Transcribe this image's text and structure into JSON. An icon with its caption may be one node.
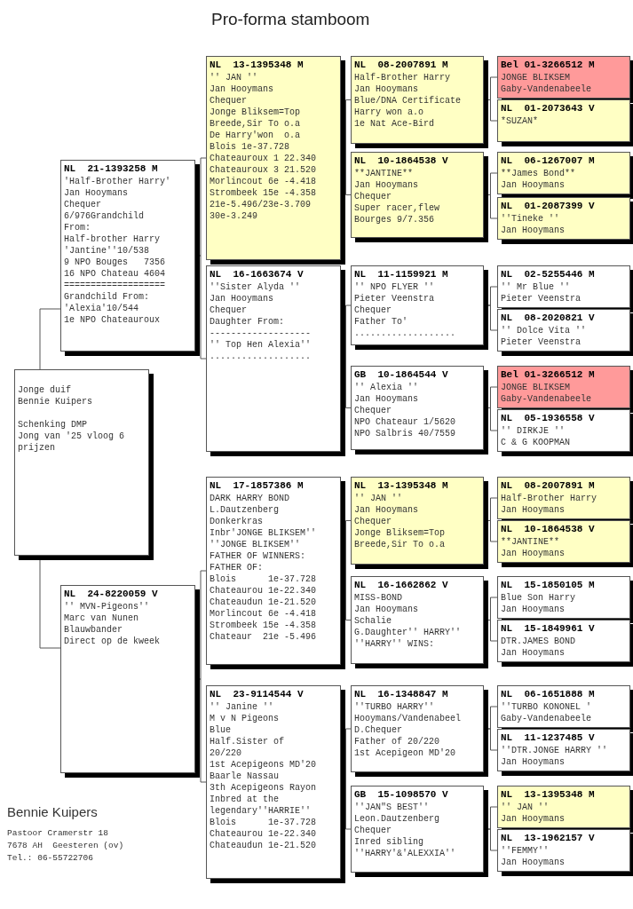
{
  "diagram": {
    "title": "Pro-forma stamboom",
    "nodes": [
      {
        "text": [
          "Jonge duif",
          "Bennie Kuipers",
          "Schenking DMP",
          "Jong van '25 vloog 6 prijzen"
        ]
      },
      {
        "text": [
          "NL  21-1393258 M",
          "'Half-Brother Harry'",
          "Jan Hooymans",
          "Chequer",
          "6/976Grandchild",
          "From:",
          "Half-brother Harry",
          "'Jantine''10/538",
          "9 NPO Bouges   7356",
          "16 NPO Chateau 4604",
          "===================",
          "Grandchild From:",
          "'Alexia'10/544",
          "1e NPO Chateauroux"
        ]
      },
      {
        "text": [
          "NL  24-8220059 V",
          "'' MVN-Pigeons''",
          "Marc van Nunen",
          "Blauwbander",
          "Direct op de kweek"
        ]
      },
      {
        "text": [
          "NL  13-1395348 M",
          "'' JAN ''",
          "Jan Hooymans",
          "Chequer",
          "Jonge Bliksem=Top",
          "Breede,Sir To o.a",
          "De Harry'won  o.a",
          "Blois 1e-37.728",
          "Chateauroux 1 22.340",
          "Chateauroux 3 21.520",
          "Morlincout 6e -4.418",
          "Strombeek 15e -4.358",
          "21e-5.496/23e-3.709",
          "30e-3.249"
        ]
      },
      {
        "text": [
          "NL  16-1663674 V",
          "''Sister Alyda ''",
          "Jan Hooymans",
          "Chequer",
          "Daughter From:",
          "-------------------",
          "'' Top Hen Alexia''",
          "..................."
        ]
      },
      {
        "text": [
          "NL  17-1857386 M",
          "DARK HARRY BOND",
          "L.Dautzenberg",
          "Donkerkras",
          "Inbr'JONGE BLIKSEM''",
          "''JONGE BLIKSEM''",
          "FATHER OF WINNERS:",
          "FATHER OF:",
          "Blois      1e-37.728",
          "Chateaurou 1e-22.340",
          "Chateaudun 1e-21.520",
          "Morlincout 6e -4.418",
          "Strombeek 15e -4.358",
          "Chateaur  21e -5.496"
        ]
      },
      {
        "text": [
          "NL  23-9114544 V",
          "'' Janine ''",
          "M v N Pigeons",
          "Blue",
          "Half.Sister of",
          "20/220",
          "1st Acepigeons MD'20",
          "Baarle Nassau",
          "3th Acepigeons Rayon",
          "Inbred at the",
          "legendary''HARRIE''",
          "Blois      1e-37.728",
          "Chateaurou 1e-22.340",
          "Chateaudun 1e-21.520"
        ]
      },
      {
        "text": [
          "NL  08-2007891 M",
          "Half-Brother Harry",
          "Jan Hooymans",
          "Blue/DNA Certificate",
          "Harry won a.o",
          "1e Nat Ace-Bird"
        ]
      },
      {
        "text": [
          "NL  10-1864538 V",
          "**JANTINE**",
          "Jan Hooymans",
          "Chequer",
          "Super racer,flew",
          "Bourges 9/7.356"
        ]
      },
      {
        "text": [
          "NL  11-1159921 M",
          "'' NPO FLYER ''",
          "Pieter Veenstra",
          "Chequer",
          "Father To'",
          "..................."
        ]
      },
      {
        "text": [
          "GB  10-1864544 V",
          "'' Alexia ''",
          "Jan Hooymans",
          "Chequer",
          "NPO Chateaur 1/5620",
          "NPO Salbris 40/7559"
        ]
      },
      {
        "text": [
          "NL  13-1395348 M",
          "'' JAN ''",
          "Jan Hooymans",
          "Chequer",
          "Jonge Bliksem=Top",
          "Breede,Sir To o.a"
        ]
      },
      {
        "text": [
          "NL  16-1662862 V",
          "MISS-BOND",
          "Jan Hooymans",
          "Schalie",
          "G.Daughter'' HARRY''",
          "''HARRY'' WINS:"
        ]
      },
      {
        "text": [
          "NL  16-1348847 M",
          "''TURBO HARRY''",
          "Hooymans/Vandenabeel",
          "D.Chequer",
          "Father of 20/220",
          "1st Acepigeon MD'20"
        ]
      },
      {
        "text": [
          "GB  15-1098570 V",
          "''JAN\"S BEST''",
          "Leon.Dautzenberg",
          "Chequer",
          "Inred sibling",
          "''HARRY'&'ALEXXIA''"
        ]
      },
      {
        "text": [
          "Bel 01-3266512 M",
          "JONGE BLIKSEM",
          "Gaby-Vandenabeele"
        ]
      },
      {
        "text": [
          "NL  01-2073643 V",
          "*SUZAN*"
        ]
      },
      {
        "text": [
          "NL  06-1267007 M",
          "**James Bond**",
          "Jan Hooymans"
        ]
      },
      {
        "text": [
          "NL  01-2087399 V",
          "''Tineke ''",
          "Jan Hooymans"
        ]
      },
      {
        "text": [
          "NL  02-5255446 M",
          "'' Mr Blue ''",
          "Pieter Veenstra"
        ]
      },
      {
        "text": [
          "NL  08-2020821 V",
          "'' Dolce Vita ''",
          "Pieter Veenstra"
        ]
      },
      {
        "text": [
          "Bel 01-3266512 M",
          "JONGE BLIKSEM",
          "Gaby-Vandenabeele"
        ]
      },
      {
        "text": [
          "NL  05-1936558 V",
          "'' DIRKJE ''",
          "C & G KOOPMAN"
        ]
      },
      {
        "text": [
          "NL  08-2007891 M",
          "Half-Brother Harry",
          "Jan Hooymans"
        ]
      },
      {
        "text": [
          "NL  10-1864538 V",
          "**JANTINE**",
          "Jan Hooymans"
        ]
      },
      {
        "text": [
          "NL  15-1850105 M",
          "Blue Son Harry",
          "Jan Hooymans"
        ]
      },
      {
        "text": [
          "NL  15-1849961 V",
          "DTR.JAMES BOND",
          "Jan Hooymans"
        ]
      },
      {
        "text": [
          "NL  06-1651888 M",
          "''TURBO KONONEL '",
          "Gaby-Vandenabeele"
        ]
      },
      {
        "text": [
          "NL  11-1237485 V",
          "''DTR.JONGE HARRY ''",
          "Jan Hooymans"
        ]
      },
      {
        "text": [
          "NL  13-1395348 M",
          "'' JAN ''",
          "Jan Hooymans"
        ]
      },
      {
        "text": [
          "NL  13-1962157 V",
          "''FEMMY''",
          "Jan Hooymans"
        ]
      }
    ],
    "edges": [
      {
        "from": 0,
        "to": 1,
        "arrow": "none"
      },
      {
        "from": 0,
        "to": 2,
        "arrow": "none"
      },
      {
        "from": 1,
        "to": 3,
        "arrow": "none"
      },
      {
        "from": 1,
        "to": 4,
        "arrow": "none"
      },
      {
        "from": 2,
        "to": 5,
        "arrow": "none"
      },
      {
        "from": 2,
        "to": 6,
        "arrow": "none"
      },
      {
        "from": 3,
        "to": 7,
        "arrow": "none"
      },
      {
        "from": 3,
        "to": 8,
        "arrow": "none"
      },
      {
        "from": 4,
        "to": 9,
        "arrow": "none"
      },
      {
        "from": 4,
        "to": 10,
        "arrow": "none"
      },
      {
        "from": 5,
        "to": 11,
        "arrow": "none"
      },
      {
        "from": 5,
        "to": 12,
        "arrow": "none"
      },
      {
        "from": 6,
        "to": 13,
        "arrow": "none"
      },
      {
        "from": 6,
        "to": 14,
        "arrow": "none"
      },
      {
        "from": 7,
        "to": 15,
        "arrow": "none"
      },
      {
        "from": 7,
        "to": 16,
        "arrow": "none"
      },
      {
        "from": 8,
        "to": 17,
        "arrow": "none"
      },
      {
        "from": 8,
        "to": 18,
        "arrow": "none"
      },
      {
        "from": 9,
        "to": 19,
        "arrow": "none"
      },
      {
        "from": 9,
        "to": 20,
        "arrow": "none"
      },
      {
        "from": 10,
        "to": 21,
        "arrow": "none"
      },
      {
        "from": 10,
        "to": 22,
        "arrow": "none"
      },
      {
        "from": 11,
        "to": 23,
        "arrow": "none"
      },
      {
        "from": 11,
        "to": 24,
        "arrow": "none"
      },
      {
        "from": 12,
        "to": 25,
        "arrow": "none"
      },
      {
        "from": 12,
        "to": 26,
        "arrow": "none"
      },
      {
        "from": 13,
        "to": 27,
        "arrow": "none"
      },
      {
        "from": 13,
        "to": 28,
        "arrow": "none"
      },
      {
        "from": 14,
        "to": 29,
        "arrow": "none"
      },
      {
        "from": 14,
        "to": 30,
        "arrow": "none"
      }
    ],
    "labels": [
      "Bennie Kuipers",
      "Pastoor Cramerstr 18",
      "7678 AH  Geesteren (ov)",
      "Tel.: 06-55722706"
    ]
  }
}
